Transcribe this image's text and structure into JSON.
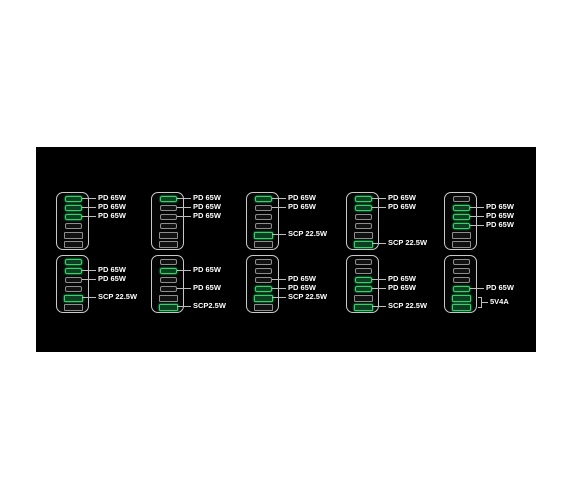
{
  "accent_color": "#2fd36a",
  "configs": [
    {
      "ports": [
        1,
        1,
        1,
        0,
        0,
        0
      ],
      "labels": [
        {
          "text": "PD 65W",
          "port": 0
        },
        {
          "text": "PD 65W",
          "port": 1
        },
        {
          "text": "PD 65W",
          "port": 2
        }
      ]
    },
    {
      "ports": [
        1,
        0,
        0,
        0,
        0,
        0
      ],
      "labels": [
        {
          "text": "PD 65W",
          "port": 0
        },
        {
          "text": "PD 65W",
          "port": 1
        },
        {
          "text": "PD 65W",
          "port": 2
        }
      ]
    },
    {
      "ports": [
        1,
        0,
        0,
        0,
        1,
        0
      ],
      "labels": [
        {
          "text": "PD 65W",
          "port": 0
        },
        {
          "text": "PD 65W",
          "port": 1
        },
        {
          "text": "SCP 22.5W",
          "port": 4
        }
      ]
    },
    {
      "ports": [
        1,
        1,
        0,
        0,
        0,
        1
      ],
      "labels": [
        {
          "text": "PD 65W",
          "port": 0
        },
        {
          "text": "PD 65W",
          "port": 1
        },
        {
          "text": "SCP 22.5W",
          "port": 5
        }
      ]
    },
    {
      "ports": [
        0,
        1,
        1,
        1,
        0,
        0
      ],
      "labels": [
        {
          "text": "PD 65W",
          "port": 1
        },
        {
          "text": "PD 65W",
          "port": 2
        },
        {
          "text": "PD 65W",
          "port": 3
        }
      ]
    },
    {
      "ports": [
        1,
        1,
        0,
        0,
        1,
        0
      ],
      "labels": [
        {
          "text": "PD 65W",
          "port": 1
        },
        {
          "text": "PD 65W",
          "port": 2
        },
        {
          "text": "SCP 22.5W",
          "port": 4
        }
      ]
    },
    {
      "ports": [
        0,
        1,
        0,
        0,
        0,
        1
      ],
      "labels": [
        {
          "text": "PD 65W",
          "port": 1
        },
        {
          "text": "PD 65W",
          "port": 3
        },
        {
          "text": "SCP2.5W",
          "port": 5
        }
      ]
    },
    {
      "ports": [
        0,
        0,
        0,
        1,
        1,
        0
      ],
      "labels": [
        {
          "text": "PD 65W",
          "port": 2
        },
        {
          "text": "PD 65W",
          "port": 3
        },
        {
          "text": "SCP 22.5W",
          "port": 4
        }
      ]
    },
    {
      "ports": [
        0,
        0,
        1,
        1,
        0,
        1
      ],
      "labels": [
        {
          "text": "PD 65W",
          "port": 2
        },
        {
          "text": "PD 65W",
          "port": 3
        },
        {
          "text": "SCP 22.5W",
          "port": 5
        }
      ]
    },
    {
      "ports": [
        0,
        0,
        0,
        1,
        1,
        1
      ],
      "labels": [
        {
          "text": "PD 65W",
          "port": 3
        },
        {
          "text": "5V4A",
          "port": "4-5"
        }
      ]
    }
  ]
}
